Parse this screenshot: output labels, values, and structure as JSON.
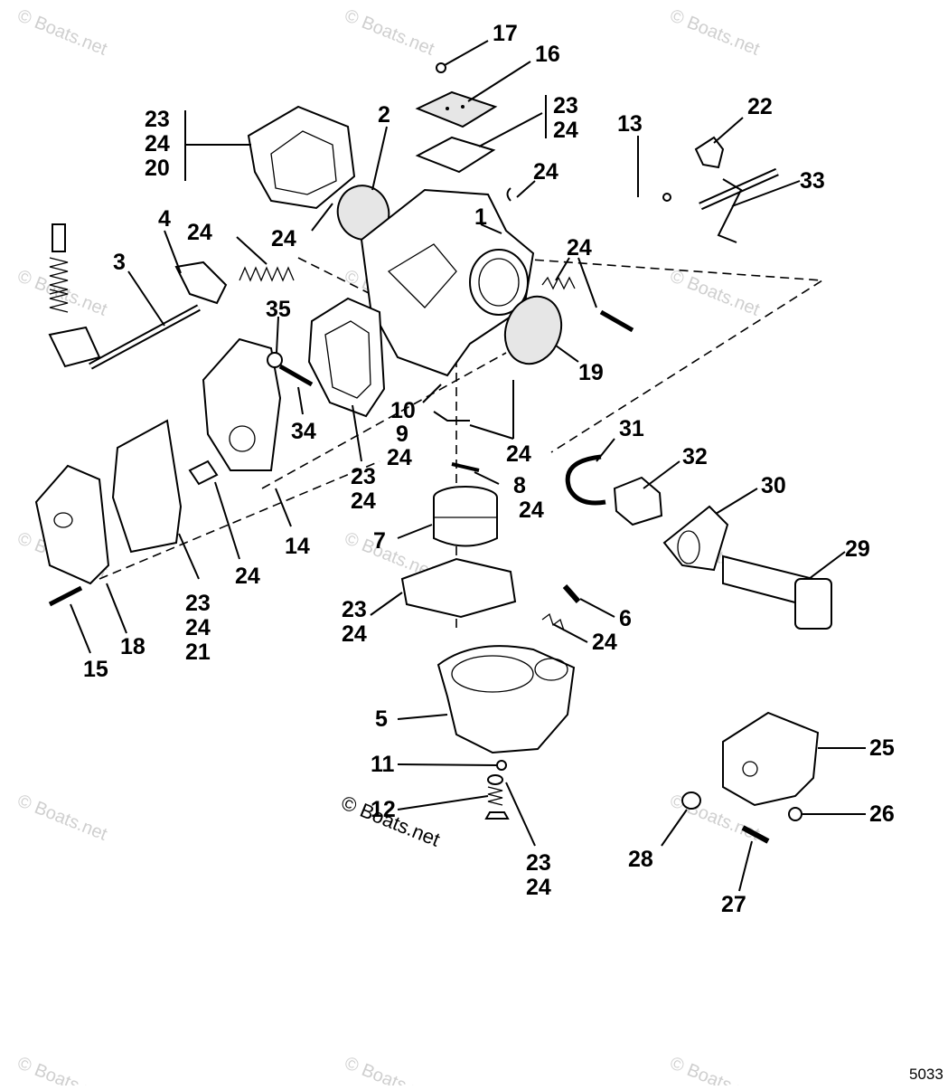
{
  "watermark": "© Boats.net",
  "figure_code": "5033",
  "labels": {
    "l1": "1",
    "l2": "2",
    "l3": "3",
    "l4": "4",
    "l5": "5",
    "l6": "6",
    "l7": "7",
    "l8": "8",
    "l9": "9",
    "l10": "10",
    "l11": "11",
    "l12": "12",
    "l13": "13",
    "l14": "14",
    "l15": "15",
    "l16": "16",
    "l17": "17",
    "l18": "18",
    "l19": "19",
    "l22": "22",
    "l25": "25",
    "l26": "26",
    "l27": "27",
    "l28": "28",
    "l29": "29",
    "l30": "30",
    "l31": "31",
    "l32": "32",
    "l33": "33",
    "l34": "34",
    "l35": "35",
    "g_top_left": [
      "23",
      "24",
      "20"
    ],
    "g_top_mid": [
      "23",
      "24"
    ],
    "g_spring_left": "24",
    "g_screw_small": "24",
    "g_top_right_24": "24",
    "g_right_24": "24",
    "g_center_23_24": [
      "23",
      "24"
    ],
    "g_center_24_a": "24",
    "g_center_24_b": "24",
    "g_8_24": "24",
    "g_pump_24": "24",
    "g_left_23_24_21": [
      "23",
      "24",
      "21"
    ],
    "g_bowl_gasket": [
      "23",
      "24"
    ],
    "g_6_24": "24",
    "g_bottom_23_24": [
      "23",
      "24"
    ]
  }
}
